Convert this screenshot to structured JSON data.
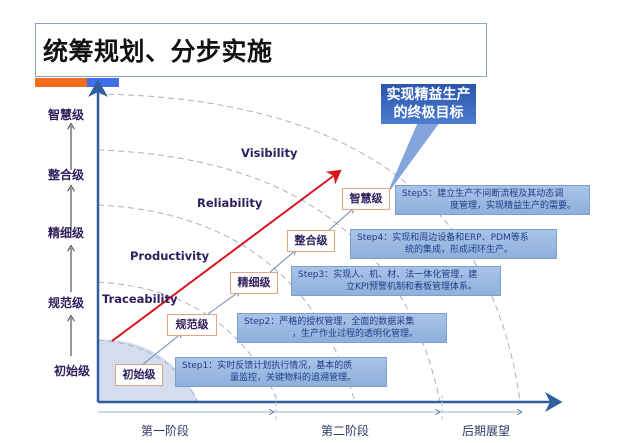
{
  "title": "统筹规划、分步实施",
  "levels": [
    "智慧级",
    "整合级",
    "精细级",
    "规范级",
    "初始级"
  ],
  "zones": [
    "Visibility",
    "Reliability",
    "Productivity",
    "Traceability"
  ],
  "stages": [
    "初始级",
    "规范级",
    "精细级",
    "整合级",
    "智慧级"
  ],
  "steps": [
    {
      "label": "Step1：",
      "line1": "实时反馈计划执行情况，基本的质",
      "line2": "量监控，关键物料的追溯管理。"
    },
    {
      "label": "Step2：",
      "line1": "严格的授权管理，全面的数据采集",
      "line2": "，生产作业过程的透明化管理。"
    },
    {
      "label": "Step3：",
      "line1": "实现人、机、材、法一体化管理，建",
      "line2": "立KPI预警机制和看板管理体系。"
    },
    {
      "label": "Step4：",
      "line1": "实现和周边设备和ERP、PDM等系",
      "line2": "统的集成，形成闭环生产。"
    },
    {
      "label": "Step5：",
      "line1": "建立生产不间断流程及其动态调",
      "line2": "度管理，实现精益生产的需要。"
    }
  ],
  "goal": {
    "line1": "实现精益生产",
    "line2": "的终极目标"
  },
  "phases": [
    "第一阶段",
    "第二阶段",
    "后期展望"
  ],
  "colors": {
    "accent_orange": "#f46c1e",
    "accent_blue": "#3e6fe8",
    "axis": "#2f5f9e",
    "progress_arrow": "#d9141e",
    "label_purple": "#2e1e5c"
  }
}
